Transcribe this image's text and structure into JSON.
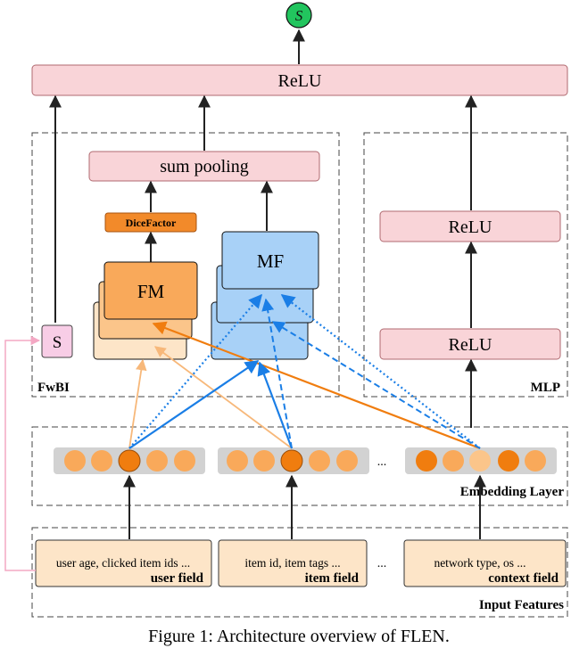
{
  "output_symbol": "S",
  "nodes": {
    "top_relu": "ReLU",
    "sum_pooling": "sum pooling",
    "dice_factor": "DiceFactor",
    "fm": "FM",
    "mf": "MF",
    "s_box": "S",
    "mlp_relu_top": "ReLU",
    "mlp_relu_bottom": "ReLU"
  },
  "regions": {
    "fwbi": "FwBI",
    "mlp": "MLP",
    "embedding": "Embedding Layer",
    "input": "Input Features"
  },
  "embedding_ellipsis": "...",
  "input_ellipsis": "...",
  "inputs": [
    {
      "features": "user age, clicked item ids ...",
      "field": "user field"
    },
    {
      "features": "item id, item tags ...",
      "field": "item field"
    },
    {
      "features": "network type, os ...",
      "field": "context field"
    }
  ],
  "caption": "Figure 1: Architecture overview of FLEN.",
  "colors": {
    "relu_fill": "#f9d4d8",
    "relu_stroke": "#b06a70",
    "fm_fill": "#f9a95a",
    "mf_fill": "#a8d1f7",
    "dice_fill": "#f28a2a",
    "s_fill": "#f8cde6",
    "input_fill": "#fde5c8",
    "emb_dot": "#f9a95a",
    "emb_dot_dark": "#f07d0f",
    "emb_bg": "#d2d2d2",
    "orange_line": "#f07d0f",
    "light_orange_line": "#f7b87a",
    "blue_line": "#1a7ee6",
    "pink_line": "#f4a8c4",
    "sigmoid": "#22c55e"
  }
}
